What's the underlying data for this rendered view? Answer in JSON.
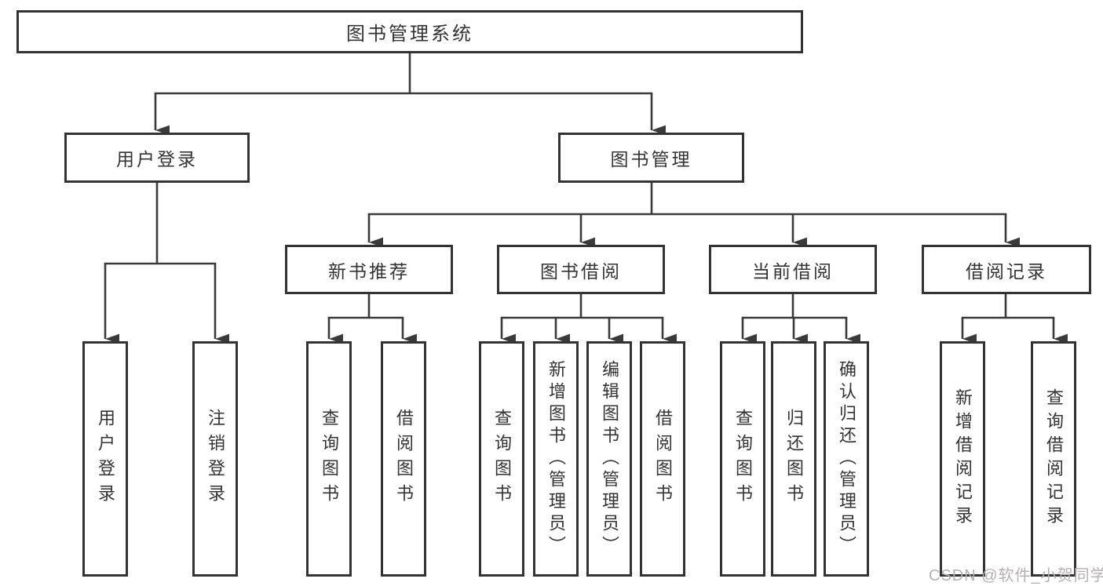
{
  "diagram_title": "图书管理系统",
  "nodes": {
    "root": "图书管理系统",
    "user_login": {
      "label": "用户登录",
      "children": {
        "login": "用户登录",
        "logout": "注销登录"
      }
    },
    "book_mgmt": {
      "label": "图书管理",
      "children": {
        "new_book_rec": {
          "label": "新书推荐",
          "children": {
            "query_books": "查询图书",
            "borrow_books": "借阅图书"
          }
        },
        "book_borrow": {
          "label": "图书借阅",
          "children": {
            "query_books": "查询图书",
            "add_books": "新增图书（管理员）",
            "edit_books": "编辑图书（管理员）",
            "borrow_books": "借阅图书"
          }
        },
        "current_borrow": {
          "label": "当前借阅",
          "children": {
            "query_books": "查询图书",
            "return_books": "归还图书",
            "confirm_return": "确认归还（管理员）"
          }
        },
        "borrow_records": {
          "label": "借阅记录",
          "children": {
            "add_record": "新增借阅记录",
            "query_record": "查询借阅记录"
          }
        }
      }
    }
  },
  "watermark": "CSDN @软件_小贺同学",
  "colors": {
    "line": "#3a3a3a",
    "box_border": "#333333",
    "box_fill": "#ffffff",
    "text": "#333333",
    "watermark": "#b5b0b2",
    "bg": "#ffffff"
  }
}
